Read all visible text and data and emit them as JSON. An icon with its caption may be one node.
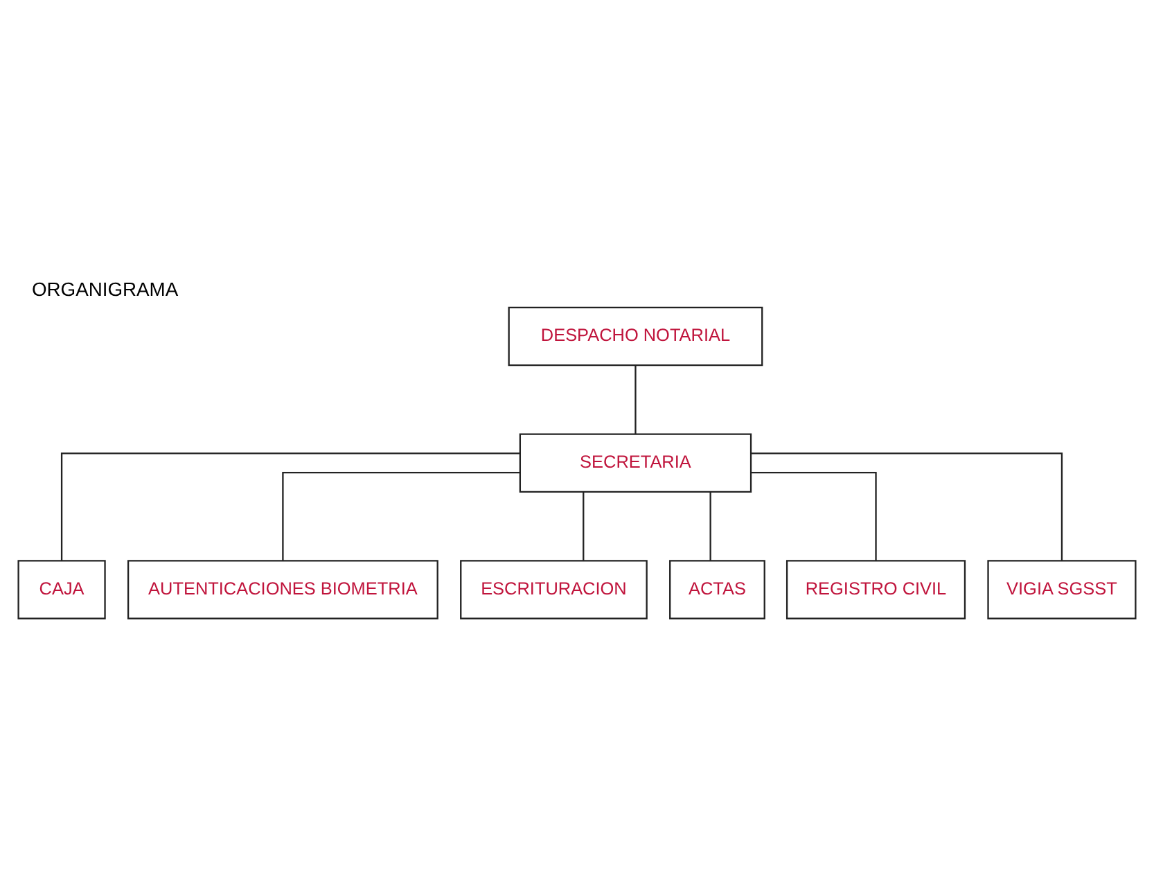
{
  "diagram": {
    "title": "ORGANIGRAMA",
    "nodes": [
      {
        "text": [
          "DESPACHO NOTARIAL"
        ]
      },
      {
        "text": [
          "SECRETARIA"
        ]
      },
      {
        "text": [
          "CAJA"
        ]
      },
      {
        "text": [
          "AUTENTICACIONES BIOMETRIA"
        ]
      },
      {
        "text": [
          "ESCRITURACION"
        ]
      },
      {
        "text": [
          "ACTAS"
        ]
      },
      {
        "text": [
          "REGISTRO CIVIL"
        ]
      },
      {
        "text": [
          "VIGIA SGSST"
        ]
      }
    ],
    "edges": [
      {
        "from": 0,
        "to": 1,
        "arrow": "none"
      },
      {
        "from": 1,
        "to": 2,
        "arrow": "none"
      },
      {
        "from": 1,
        "to": 3,
        "arrow": "none"
      },
      {
        "from": 1,
        "to": 4,
        "arrow": "none"
      },
      {
        "from": 1,
        "to": 5,
        "arrow": "none"
      },
      {
        "from": 1,
        "to": 6,
        "arrow": "none"
      },
      {
        "from": 1,
        "to": 7,
        "arrow": "none"
      }
    ]
  }
}
